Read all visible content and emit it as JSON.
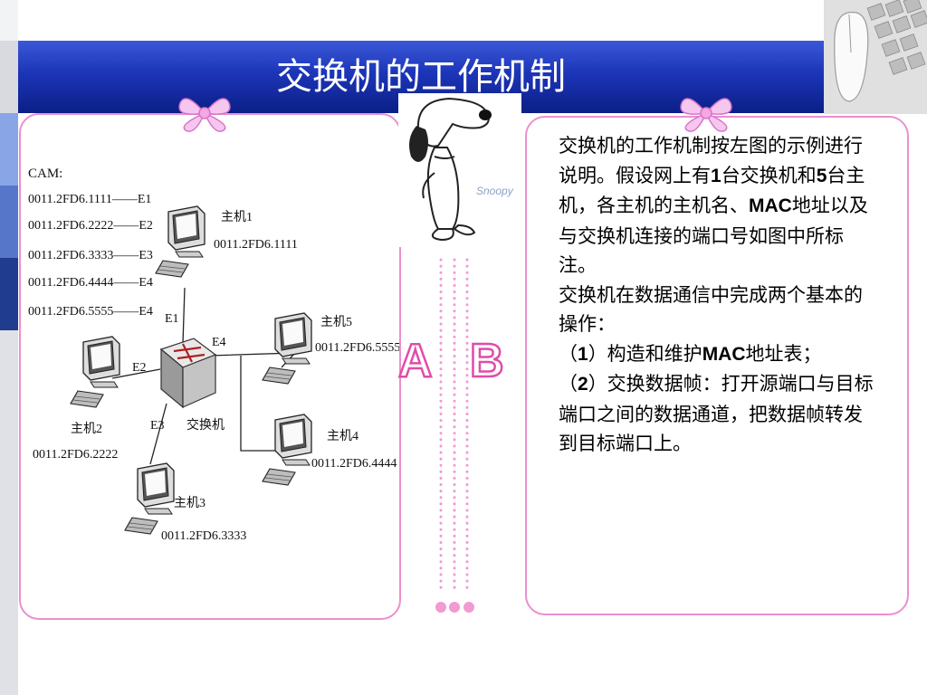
{
  "title": "交换机的工作机制",
  "colors": {
    "title_band": "#1c35b8",
    "panel_border": "#ec8fcf",
    "letter_stroke": "#e04ca9"
  },
  "letters": {
    "a": "A",
    "b": "B"
  },
  "snoopy_label": "Snoopy",
  "diagram": {
    "cam_title": "CAM:",
    "cam_entries": [
      "0011.2FD6.1111——E1",
      "0011.2FD6.2222——E2",
      "0011.2FD6.3333——E3",
      "0011.2FD6.4444——E4",
      "0011.2FD6.5555——E4"
    ],
    "switch_label": "交换机",
    "ports": {
      "e1": "E1",
      "e2": "E2",
      "e3": "E3",
      "e4": "E4"
    },
    "hosts": [
      {
        "name": "主机1",
        "mac": "0011.2FD6.1111"
      },
      {
        "name": "主机2",
        "mac": "0011.2FD6.2222"
      },
      {
        "name": "主机3",
        "mac": "0011.2FD6.3333"
      },
      {
        "name": "主机4",
        "mac": "0011.2FD6.4444"
      },
      {
        "name": "主机5",
        "mac": "0011.2FD6.5555"
      }
    ]
  },
  "text": {
    "p1_a": "交换机的工作机制按左图的示例进行说明。假设网上有",
    "p1_n1": "1",
    "p1_b": "台交换机和",
    "p1_n2": "5",
    "p1_c": "台主机，各主机的主机名、",
    "p1_mac": "MAC",
    "p1_d": "地址以及与交换机连接的端口号如图中所标注。",
    "p2": "交换机在数据通信中完成两个基本的操作：",
    "p3_a": "（",
    "p3_n": "1",
    "p3_b": "）构造和维护",
    "p3_mac": "MAC",
    "p3_c": "地址表；",
    "p4_a": "（",
    "p4_n": "2",
    "p4_b": "）交换数据帧：打开源端口与目标端口之间的数据通道，把数据帧转发到目标端口上。"
  }
}
